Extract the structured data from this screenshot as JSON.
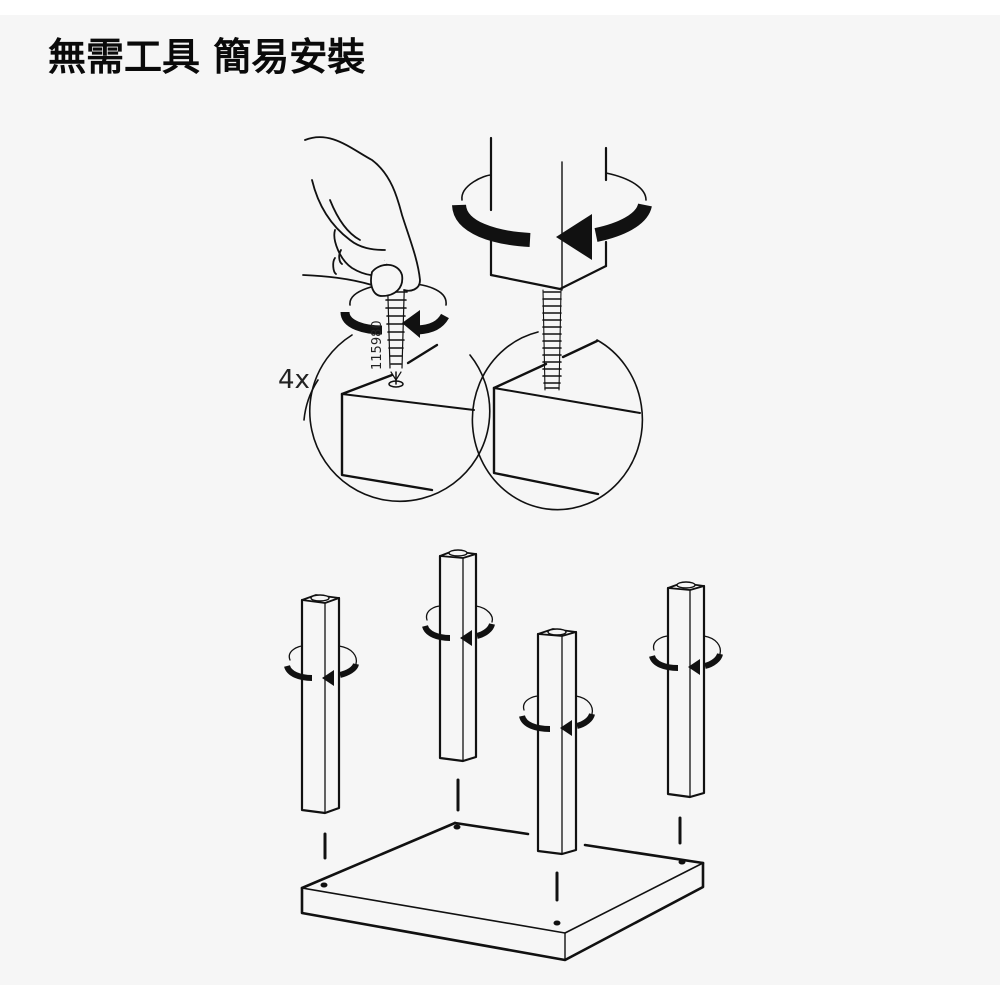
{
  "title": "無需工具 簡易安裝",
  "step_detail": {
    "quantity_label": "4x",
    "part_number": "115980"
  },
  "colors": {
    "background": "#f6f6f6",
    "ink": "#111111",
    "page": "#ffffff"
  },
  "illustrations": {
    "top_left": "hand-inserting-screw-into-board-corner",
    "top_right": "leg-rotated-onto-screw",
    "bottom": "four-legs-screwed-into-square-board"
  }
}
